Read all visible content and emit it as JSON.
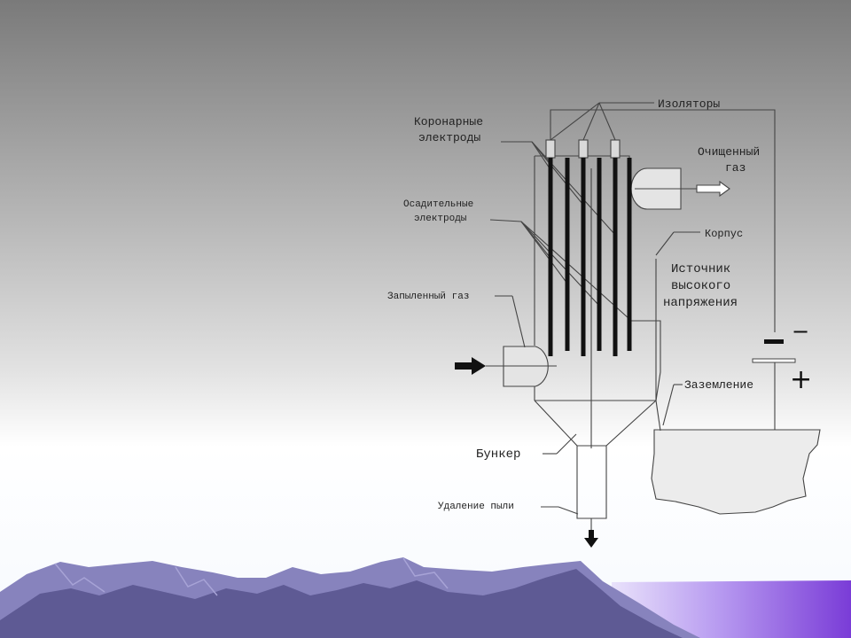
{
  "diagram": {
    "labels": {
      "insulators": "Изоляторы",
      "corona_electrodes": [
        "Коронарные",
        "электроды"
      ],
      "clean_gas": [
        "Очищенный",
        "газ"
      ],
      "collecting_electrodes": [
        "Осадительные",
        "электроды"
      ],
      "casing": "Корпус",
      "hv_source": [
        "Источник",
        "высокого",
        "напряжения"
      ],
      "dusty_gas": "Запыленный газ",
      "grounding": "Заземление",
      "hopper": "Бункер",
      "dust_removal": "Удаление пыли"
    },
    "polarity": {
      "negative": "−",
      "positive": "+"
    }
  },
  "colors": {
    "line": "#444444",
    "electrode": "#111111",
    "ground_fill": "#ececec",
    "mountain_dark": "#5e5a94",
    "mountain_light": "#8783bd",
    "accent_purple": "#7b3fd6"
  }
}
